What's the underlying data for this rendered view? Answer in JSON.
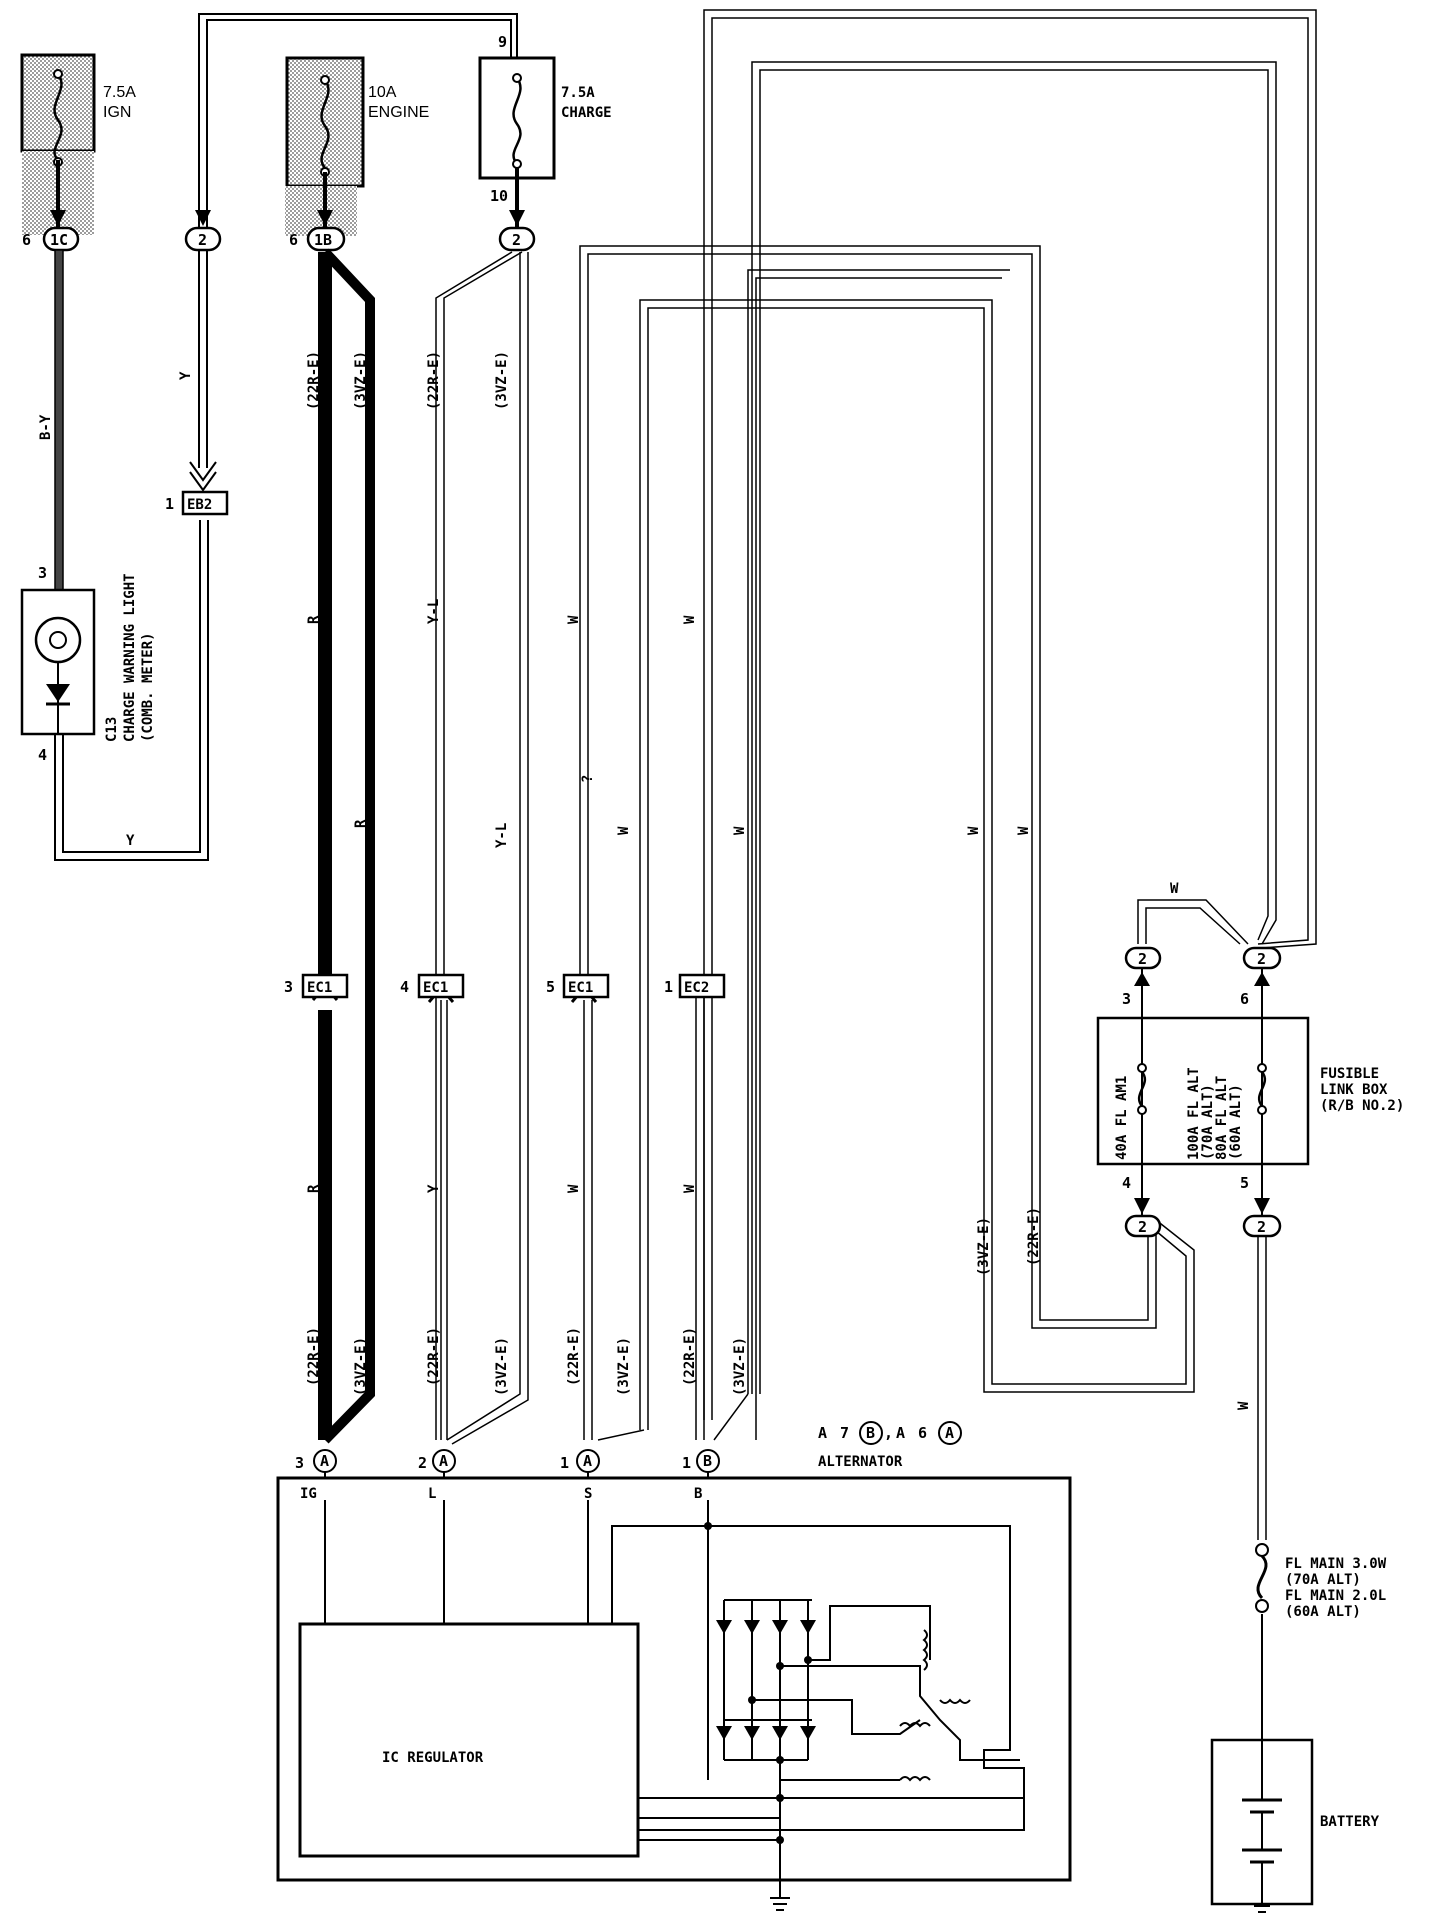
{
  "fuses": {
    "ign": {
      "rating": "7.5A",
      "name": "IGN"
    },
    "engine": {
      "rating": "10A",
      "name": "ENGINE"
    },
    "charge": {
      "rating": "7.5A",
      "name": "CHARGE",
      "pin_in": "9",
      "pin_out": "10"
    }
  },
  "connectors": {
    "c1c": {
      "pin": "6",
      "code": "1C"
    },
    "c2a": {
      "code": "2"
    },
    "c1b": {
      "pin": "6",
      "code": "1B"
    },
    "c2b": {
      "code": "2"
    },
    "eb2": {
      "pin": "1",
      "code": "EB2"
    },
    "ec1_3": {
      "pin": "3",
      "code": "EC1"
    },
    "ec1_4": {
      "pin": "4",
      "code": "EC1"
    },
    "ec1_5": {
      "pin": "5",
      "code": "EC1"
    },
    "ec2_1": {
      "pin": "1",
      "code": "EC2"
    },
    "alt_ig": {
      "pin": "3",
      "code": "A",
      "term": "IG"
    },
    "alt_l": {
      "pin": "2",
      "code": "A",
      "term": "L"
    },
    "alt_s": {
      "pin": "1",
      "code": "A",
      "term": "S"
    },
    "alt_b": {
      "pin": "1",
      "code": "B",
      "term": "B"
    },
    "flb_3": {
      "pin": "3",
      "code": "2"
    },
    "flb_6": {
      "pin": "6",
      "code": "2"
    },
    "flb_4": {
      "pin": "4",
      "code": "2"
    },
    "flb_5": {
      "pin": "5",
      "code": "2"
    }
  },
  "wires": {
    "by": "B-Y",
    "y1": "Y",
    "y2": "Y",
    "y3": "Y",
    "r1": "R",
    "r2": "R",
    "r3": "R",
    "yl1": "Y-L",
    "yl2": "Y-L",
    "w": "W",
    "q": "?"
  },
  "variants": {
    "v22": "(22R-E)",
    "v3vz": "(3VZ-E)"
  },
  "charge_light": {
    "pin_top": "3",
    "pin_bottom": "4",
    "code": "C13",
    "line1": "CHARGE WARNING LIGHT",
    "line2": "(COMB. METER)"
  },
  "alternator": {
    "label": "ALTERNATOR",
    "legend": {
      "a": "A",
      "n7": "7",
      "b": "B",
      "comma": ",",
      "a2": "A",
      "n6": "6",
      "a3": "A"
    },
    "regulator": "IC REGULATOR"
  },
  "fusible_link_box": {
    "title_1": "FUSIBLE",
    "title_2": "LINK BOX",
    "title_3": "(R/B NO.2)",
    "left_fuse": "40A FL AM1",
    "right_fuse": [
      "100A FL ALT",
      "(70A ALT)",
      "80A FL ALT",
      "(60A ALT)"
    ]
  },
  "fl_main": [
    "FL MAIN 3.0W",
    "(70A ALT)",
    "FL MAIN 2.0L",
    "(60A ALT)"
  ],
  "battery": "BATTERY"
}
